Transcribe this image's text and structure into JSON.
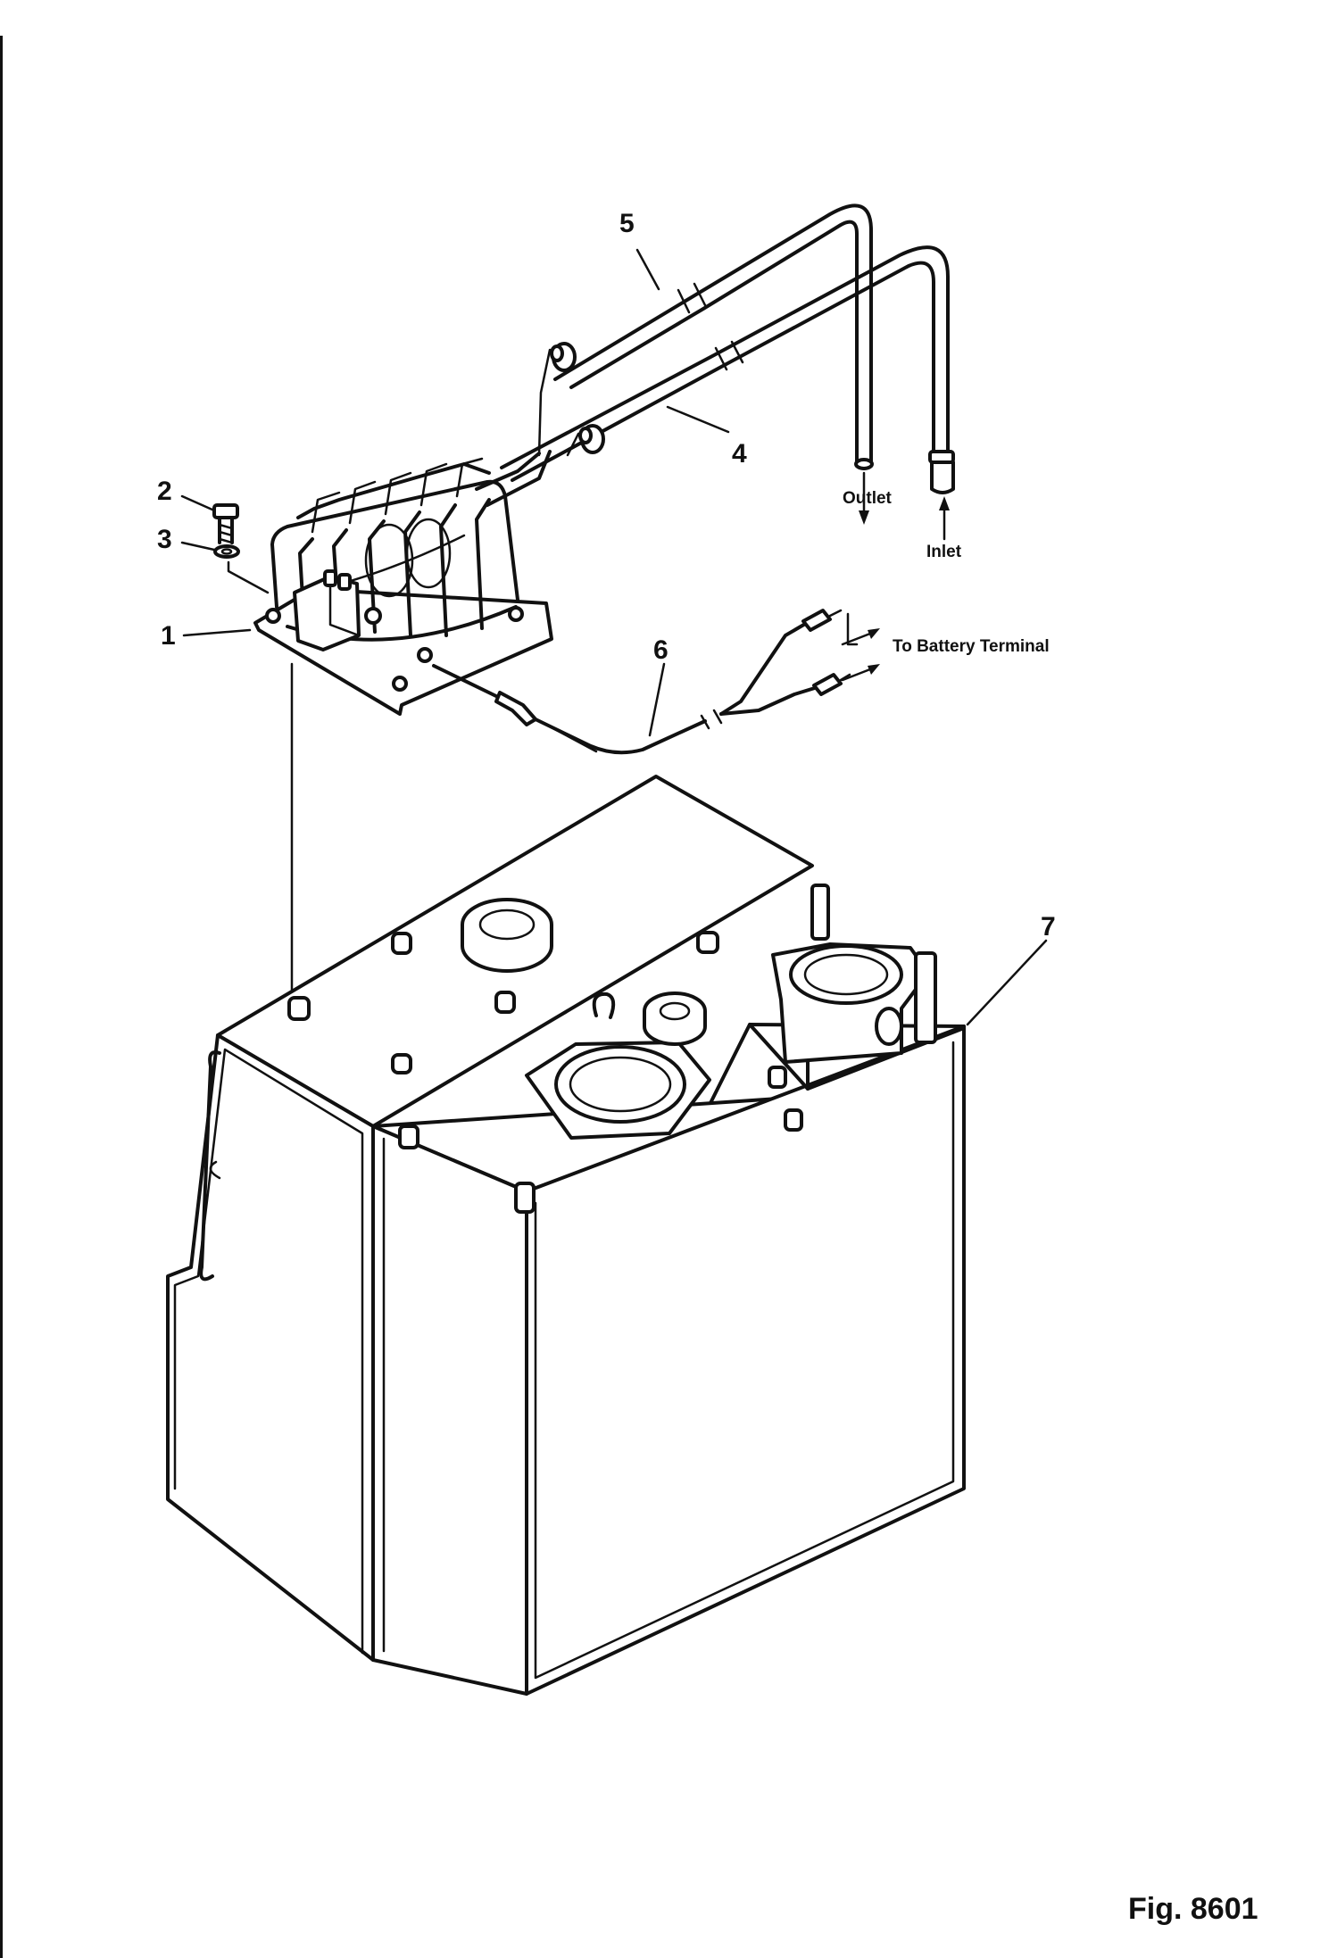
{
  "figure": {
    "number": "Fig. 8601"
  },
  "callouts": [
    {
      "id": "1",
      "label": "1"
    },
    {
      "id": "2",
      "label": "2"
    },
    {
      "id": "3",
      "label": "3"
    },
    {
      "id": "4",
      "label": "4"
    },
    {
      "id": "5",
      "label": "5"
    },
    {
      "id": "6",
      "label": "6"
    },
    {
      "id": "7",
      "label": "7"
    }
  ],
  "labels": {
    "outlet": "Outlet",
    "inlet": "Inlet",
    "battery": "To Battery Terminal"
  }
}
